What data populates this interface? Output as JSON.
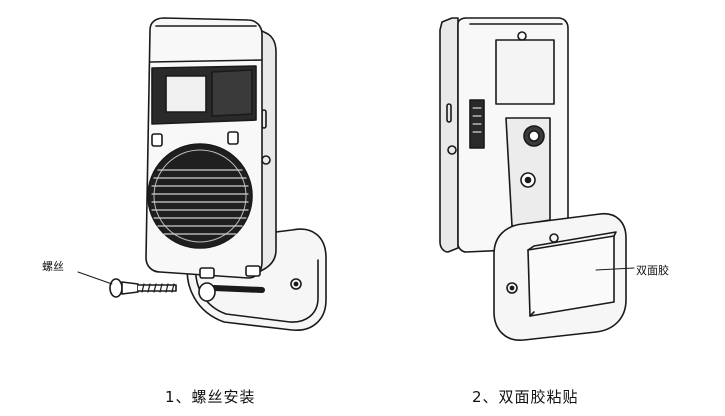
{
  "labels": {
    "screw": "螺丝",
    "tape": "双面胶"
  },
  "captions": {
    "step1": "1、螺丝安装",
    "step2": "2、双面胶粘贴"
  },
  "colors": {
    "line": "#1a1a1a",
    "panel": "#f4f4f4",
    "dark": "#2a2a2a"
  }
}
